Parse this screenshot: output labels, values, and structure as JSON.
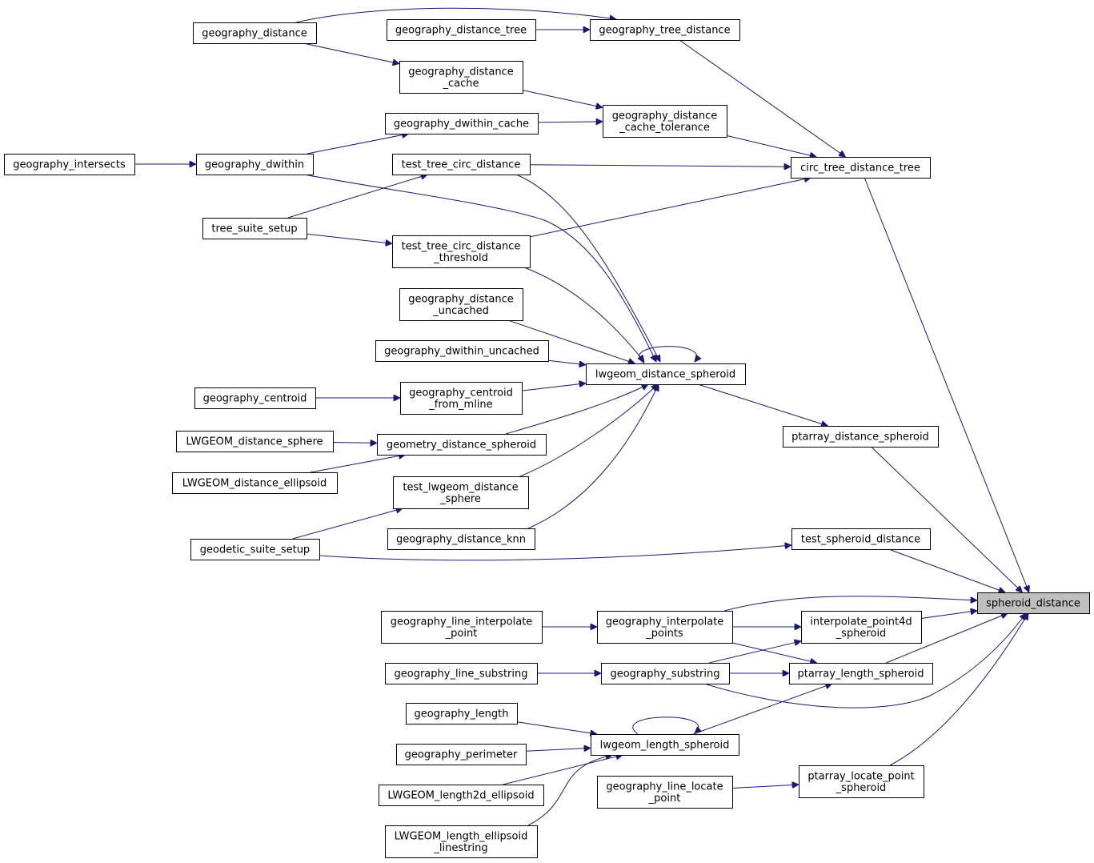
{
  "colors": {
    "edge": "#191970",
    "highlight": "#bfbfbf"
  },
  "nodes": [
    {
      "id": "geography_distance",
      "lines": [
        "geography_distance"
      ]
    },
    {
      "id": "geography_distance_tree",
      "lines": [
        "geography_distance_tree"
      ]
    },
    {
      "id": "geography_tree_distance",
      "lines": [
        "geography_tree_distance"
      ]
    },
    {
      "id": "geography_distance_cache",
      "lines": [
        "geography_distance",
        "_cache"
      ]
    },
    {
      "id": "geography_distance_cache_tolerance",
      "lines": [
        "geography_distance",
        "_cache_tolerance"
      ]
    },
    {
      "id": "geography_dwithin_cache",
      "lines": [
        "geography_dwithin_cache"
      ]
    },
    {
      "id": "geography_intersects",
      "lines": [
        "geography_intersects"
      ]
    },
    {
      "id": "geography_dwithin",
      "lines": [
        "geography_dwithin"
      ]
    },
    {
      "id": "test_tree_circ_distance",
      "lines": [
        "test_tree_circ_distance"
      ]
    },
    {
      "id": "circ_tree_distance_tree",
      "lines": [
        "circ_tree_distance_tree"
      ]
    },
    {
      "id": "tree_suite_setup",
      "lines": [
        "tree_suite_setup"
      ]
    },
    {
      "id": "test_tree_circ_distance_threshold",
      "lines": [
        "test_tree_circ_distance",
        "_threshold"
      ]
    },
    {
      "id": "geography_distance_uncached",
      "lines": [
        "geography_distance",
        "_uncached"
      ]
    },
    {
      "id": "geography_dwithin_uncached",
      "lines": [
        "geography_dwithin_uncached"
      ]
    },
    {
      "id": "lwgeom_distance_spheroid",
      "lines": [
        "lwgeom_distance_spheroid"
      ]
    },
    {
      "id": "geography_centroid",
      "lines": [
        "geography_centroid"
      ]
    },
    {
      "id": "geography_centroid_from_mline",
      "lines": [
        "geography_centroid",
        "_from_mline"
      ]
    },
    {
      "id": "ptarray_distance_spheroid",
      "lines": [
        "ptarray_distance_spheroid"
      ]
    },
    {
      "id": "LWGEOM_distance_sphere",
      "lines": [
        "LWGEOM_distance_sphere"
      ]
    },
    {
      "id": "geometry_distance_spheroid",
      "lines": [
        "geometry_distance_spheroid"
      ]
    },
    {
      "id": "LWGEOM_distance_ellipsoid",
      "lines": [
        "LWGEOM_distance_ellipsoid"
      ]
    },
    {
      "id": "test_lwgeom_distance_sphere",
      "lines": [
        "test_lwgeom_distance",
        "_sphere"
      ]
    },
    {
      "id": "geography_distance_knn",
      "lines": [
        "geography_distance_knn"
      ]
    },
    {
      "id": "test_spheroid_distance",
      "lines": [
        "test_spheroid_distance"
      ]
    },
    {
      "id": "geodetic_suite_setup",
      "lines": [
        "geodetic_suite_setup"
      ]
    },
    {
      "id": "spheroid_distance",
      "lines": [
        "spheroid_distance"
      ],
      "highlight": true
    },
    {
      "id": "geography_line_interpolate_point",
      "lines": [
        "geography_line_interpolate",
        "_point"
      ]
    },
    {
      "id": "geography_interpolate_points",
      "lines": [
        "geography_interpolate",
        "_points"
      ]
    },
    {
      "id": "interpolate_point4d_spheroid",
      "lines": [
        "interpolate_point4d",
        "_spheroid"
      ]
    },
    {
      "id": "geography_line_substring",
      "lines": [
        "geography_line_substring"
      ]
    },
    {
      "id": "geography_substring",
      "lines": [
        "geography_substring"
      ]
    },
    {
      "id": "ptarray_length_spheroid",
      "lines": [
        "ptarray_length_spheroid"
      ]
    },
    {
      "id": "geography_length",
      "lines": [
        "geography_length"
      ]
    },
    {
      "id": "lwgeom_length_spheroid",
      "lines": [
        "lwgeom_length_spheroid"
      ]
    },
    {
      "id": "geography_perimeter",
      "lines": [
        "geography_perimeter"
      ]
    },
    {
      "id": "LWGEOM_length2d_ellipsoid",
      "lines": [
        "LWGEOM_length2d_ellipsoid"
      ]
    },
    {
      "id": "geography_line_locate_point",
      "lines": [
        "geography_line_locate",
        "_point"
      ]
    },
    {
      "id": "ptarray_locate_point_spheroid",
      "lines": [
        "ptarray_locate_point",
        "_spheroid"
      ]
    },
    {
      "id": "LWGEOM_length_ellipsoid_linestring",
      "lines": [
        "LWGEOM_length_ellipsoid",
        "_linestring"
      ]
    }
  ],
  "edges": [
    {
      "from": "geography_distance",
      "to": "geography_tree_distance"
    },
    {
      "from": "geography_distance_tree",
      "to": "geography_tree_distance"
    },
    {
      "from": "geography_tree_distance",
      "to": "circ_tree_distance_tree"
    },
    {
      "from": "geography_distance",
      "to": "geography_distance_cache"
    },
    {
      "from": "geography_distance_cache",
      "to": "geography_distance_cache_tolerance"
    },
    {
      "from": "geography_dwithin_cache",
      "to": "geography_distance_cache_tolerance"
    },
    {
      "from": "geography_distance_cache_tolerance",
      "to": "circ_tree_distance_tree"
    },
    {
      "from": "geography_dwithin",
      "to": "geography_dwithin_cache"
    },
    {
      "from": "geography_intersects",
      "to": "geography_dwithin"
    },
    {
      "from": "test_tree_circ_distance",
      "to": "circ_tree_distance_tree"
    },
    {
      "from": "tree_suite_setup",
      "to": "test_tree_circ_distance"
    },
    {
      "from": "tree_suite_setup",
      "to": "test_tree_circ_distance_threshold"
    },
    {
      "from": "test_tree_circ_distance_threshold",
      "to": "circ_tree_distance_tree"
    },
    {
      "from": "geography_dwithin",
      "to": "lwgeom_distance_spheroid"
    },
    {
      "from": "test_tree_circ_distance",
      "to": "lwgeom_distance_spheroid"
    },
    {
      "from": "test_tree_circ_distance_threshold",
      "to": "lwgeom_distance_spheroid"
    },
    {
      "from": "geography_distance_uncached",
      "to": "lwgeom_distance_spheroid"
    },
    {
      "from": "geography_dwithin_uncached",
      "to": "lwgeom_distance_spheroid"
    },
    {
      "from": "lwgeom_distance_spheroid",
      "to": "lwgeom_distance_spheroid"
    },
    {
      "from": "geography_centroid",
      "to": "geography_centroid_from_mline"
    },
    {
      "from": "geography_centroid_from_mline",
      "to": "lwgeom_distance_spheroid"
    },
    {
      "from": "geometry_distance_spheroid",
      "to": "lwgeom_distance_spheroid"
    },
    {
      "from": "LWGEOM_distance_sphere",
      "to": "geometry_distance_spheroid"
    },
    {
      "from": "LWGEOM_distance_ellipsoid",
      "to": "geometry_distance_spheroid"
    },
    {
      "from": "test_lwgeom_distance_sphere",
      "to": "lwgeom_distance_spheroid"
    },
    {
      "from": "geography_distance_knn",
      "to": "lwgeom_distance_spheroid"
    },
    {
      "from": "geodetic_suite_setup",
      "to": "test_lwgeom_distance_sphere"
    },
    {
      "from": "geodetic_suite_setup",
      "to": "test_spheroid_distance"
    },
    {
      "from": "lwgeom_distance_spheroid",
      "to": "ptarray_distance_spheroid"
    },
    {
      "from": "circ_tree_distance_tree",
      "to": "spheroid_distance"
    },
    {
      "from": "ptarray_distance_spheroid",
      "to": "spheroid_distance"
    },
    {
      "from": "test_spheroid_distance",
      "to": "spheroid_distance"
    },
    {
      "from": "geography_interpolate_points",
      "to": "spheroid_distance"
    },
    {
      "from": "interpolate_point4d_spheroid",
      "to": "spheroid_distance"
    },
    {
      "from": "ptarray_length_spheroid",
      "to": "spheroid_distance"
    },
    {
      "from": "geography_substring",
      "to": "spheroid_distance"
    },
    {
      "from": "ptarray_locate_point_spheroid",
      "to": "spheroid_distance"
    },
    {
      "from": "geography_line_interpolate_point",
      "to": "geography_interpolate_points"
    },
    {
      "from": "geography_interpolate_points",
      "to": "interpolate_point4d_spheroid"
    },
    {
      "from": "geography_interpolate_points",
      "to": "ptarray_length_spheroid"
    },
    {
      "from": "geography_substring",
      "to": "interpolate_point4d_spheroid"
    },
    {
      "from": "geography_substring",
      "to": "ptarray_length_spheroid"
    },
    {
      "from": "geography_line_substring",
      "to": "geography_substring"
    },
    {
      "from": "lwgeom_length_spheroid",
      "to": "ptarray_length_spheroid"
    },
    {
      "from": "lwgeom_length_spheroid",
      "to": "lwgeom_length_spheroid"
    },
    {
      "from": "geography_length",
      "to": "lwgeom_length_spheroid"
    },
    {
      "from": "geography_perimeter",
      "to": "lwgeom_length_spheroid"
    },
    {
      "from": "LWGEOM_length2d_ellipsoid",
      "to": "lwgeom_length_spheroid"
    },
    {
      "from": "LWGEOM_length_ellipsoid_linestring",
      "to": "lwgeom_length_spheroid"
    },
    {
      "from": "geography_line_locate_point",
      "to": "ptarray_locate_point_spheroid"
    }
  ]
}
